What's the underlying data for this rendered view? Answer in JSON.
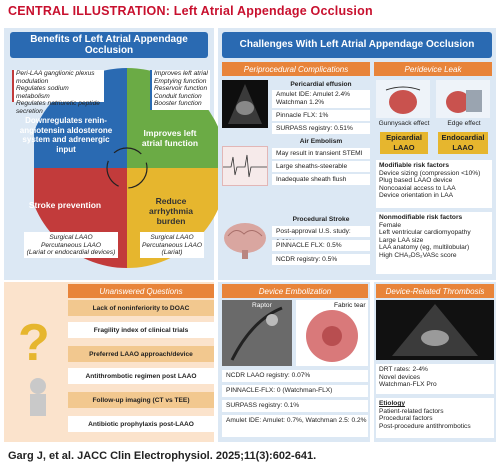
{
  "header": {
    "title": "CENTRAL ILLUSTRATION: Left Atrial Appendage Occlusion"
  },
  "benefits": {
    "heading": "Benefits of Left Atrial Appendage Occlusion",
    "topleft_notes": [
      "Peri-LAA ganglionic plexus modulation",
      "Regulates sodium metabolism",
      "Regulates natriuretic peptide secretion"
    ],
    "topright_notes": [
      "Improves left atrial",
      "Emptying function",
      "Reservoir function",
      "Conduit function",
      "Booster function"
    ],
    "quad_tl": "Downregulates renin-angiotensin aldosterone system and adrenergic input",
    "quad_tr": "Improves left atrial function",
    "quad_bl": "Stroke prevention",
    "quad_br": "Reduce arrhythmia burden",
    "bottomleft_notes": [
      "Surgical LAAO",
      "Percutaneous LAAO",
      "(Lariat or endocardial devices)"
    ],
    "bottomright_notes": [
      "Surgical LAAO",
      "Percutaneous LAAO",
      "(Lariat)"
    ]
  },
  "challenges": {
    "heading": "Challenges With Left Atrial Appendage Occlusion",
    "periprocedural": {
      "label": "Periprocedural Complications",
      "effusion_title": "Pericardial effusion",
      "effusion_rows": [
        "Amulet IDE: Amulet 2.4% Watchman 1.2%",
        "Pinnacle FLX: 1%",
        "SURPASS registry: 0.51%"
      ],
      "air_title": "Air Embolism",
      "air_rows": [
        "May result in transient STEMI",
        "Large sheaths-steerable",
        "Inadequate sheath flush"
      ],
      "stroke_title": "Procedural Stroke",
      "stroke_rows": [
        "Post-approval U.S. study: 0.08%",
        "PINNACLE FLX: 0.5%",
        "NCDR registry: 0.5%"
      ]
    },
    "leak": {
      "label": "Peridevice Leak",
      "gunny": "Gunnysack effect",
      "edge": "Edge effect",
      "epi": "Epicardial LAAO",
      "endo": "Endocardial LAAO",
      "mod_title": "Modifiable risk factors",
      "mod_items": [
        "Device sizing (compression <10%)",
        "Plug based LAAO device",
        "Noncoaxial access to LAA",
        "Device orientation in LAA"
      ],
      "nonmod_title": "Nonmodifiable risk factors",
      "nonmod_items": [
        "Female",
        "Left ventricular cardiomyopathy",
        "Large LAA size",
        "LAA anatomy (eg, multilobular)",
        "High CHA₂DS₂VASc score"
      ]
    }
  },
  "unanswered": {
    "label": "Unanswered Questions",
    "items": [
      "Lack of noninferiority to DOAC",
      "Fragility index of clinical trials",
      "Preferred LAAO approach/device",
      "Antithrombotic regimen post LAAO",
      "Follow-up imaging (CT vs TEE)",
      "Antibiotic prophylaxis post-LAAO"
    ]
  },
  "embolization": {
    "label": "Device Embolization",
    "raptor": "Raptor",
    "fabric": "Fabric tear",
    "rows": [
      "NCDR LAAO registry: 0.07%",
      "PINNACLE-FLX: 0 (Watchman-FLX)",
      "SURPASS registry: 0.1%",
      "Amulet IDE: Amulet: 0.7%, Watchman 2.5: 0.2%"
    ]
  },
  "thrombosis": {
    "label": "Device-Related Thrombosis",
    "rates": [
      "DRT rates: 2-4%",
      "Novel devices",
      "Watchman-FLX Pro"
    ],
    "etiology_title": "Etiology",
    "etiology": [
      "Patient-related factors",
      "Procedural factors",
      "Post-procedure antithrombotics"
    ]
  },
  "citation": "Garg J, et al. JACC Clin Electrophysiol. 2025;11(3):602-641.",
  "colors": {
    "red": "#c8102e",
    "blue": "#2a6ab2",
    "orange": "#e8843a",
    "green": "#6bab45",
    "yellow": "#e6b62e",
    "lightblue": "#dce8f4",
    "lightorange": "#fbe3cc"
  }
}
